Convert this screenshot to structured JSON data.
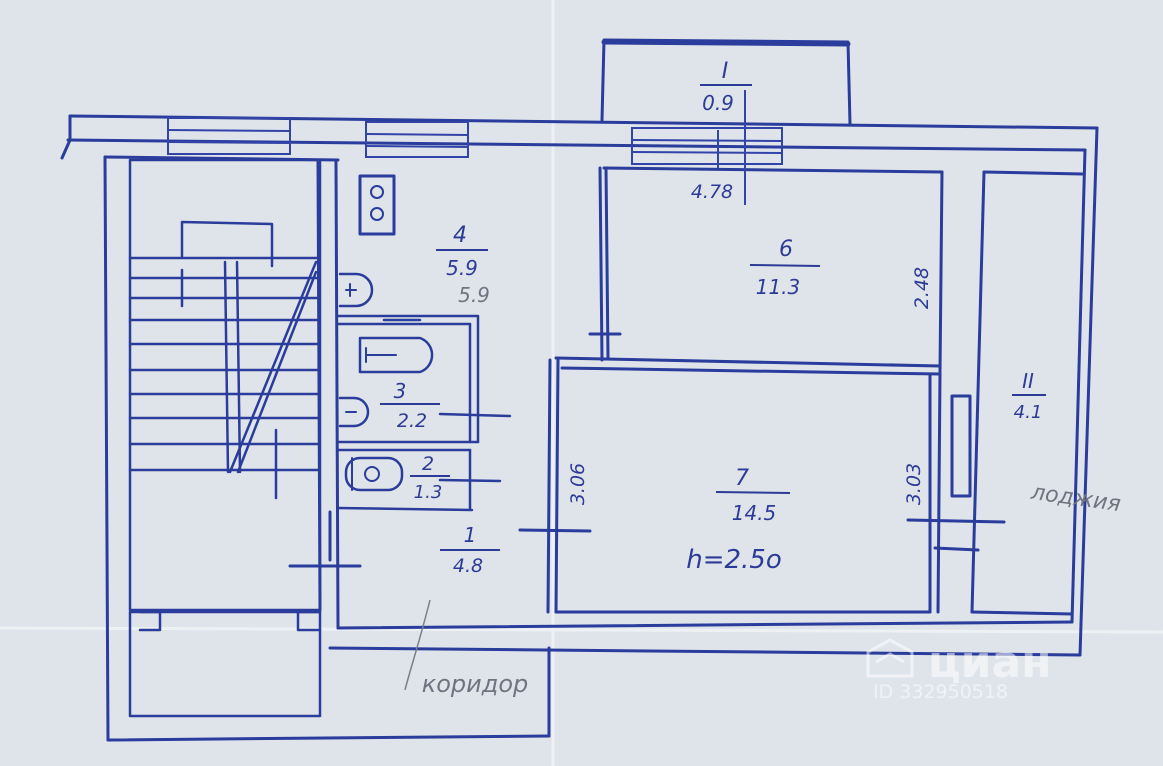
{
  "rooms": [
    {
      "id": "balcony",
      "number": "I",
      "area": "0.9"
    },
    {
      "id": "kitchen",
      "number": "4",
      "area": "5.9",
      "pencil_area": "5.9"
    },
    {
      "id": "room6",
      "number": "6",
      "area": "11.3"
    },
    {
      "id": "bath",
      "number": "3",
      "area": "2.2"
    },
    {
      "id": "wc",
      "number": "2",
      "area": "1.3"
    },
    {
      "id": "hall",
      "number": "1",
      "area": "4.8"
    },
    {
      "id": "room7",
      "number": "7",
      "area": "14.5"
    },
    {
      "id": "loggia",
      "number": "II",
      "area": "4.1"
    }
  ],
  "dimensions": {
    "room6_width": "4.78",
    "room6_depth": "2.48",
    "room7_left": "3.06",
    "room7_right": "3.03"
  },
  "ceiling_height": "h=2.5o",
  "pencil_notes": {
    "loggia": "лоджия",
    "corridor": "коридор"
  },
  "watermark": {
    "brand": "циан",
    "id": "ID 332950518"
  },
  "colors": {
    "paper": "#dfe4ea",
    "ink": "#2a3c9c",
    "pencil": "#6f7480"
  }
}
